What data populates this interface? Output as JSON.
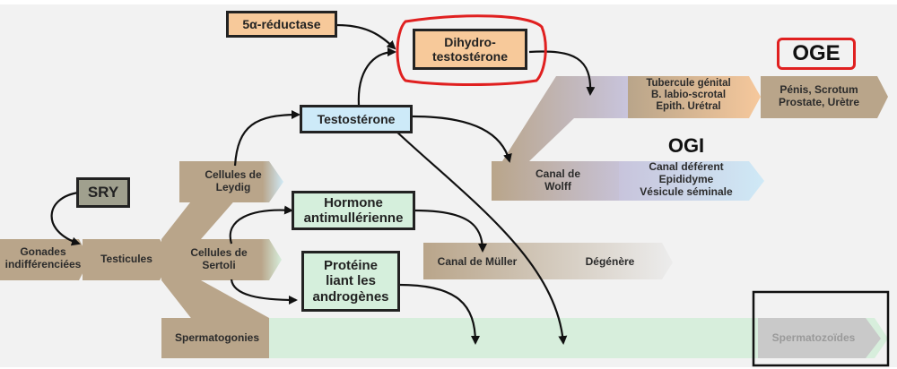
{
  "colors": {
    "background": "#f2f2f2",
    "flow_tan": "#b9a58a",
    "flow_orange": "#f6c89c",
    "flow_green": "#d7eedc",
    "flow_lavender": "#c8c4dc",
    "flow_blue": "#cfe9f6",
    "box_orange": "#f7c99a",
    "box_blue": "#cdeaf8",
    "box_green": "#d5efdc",
    "box_gray": "#a0a08e",
    "highlight_red": "#e02020"
  },
  "nodes": {
    "sry": "SRY",
    "reductase": "5α-réductase",
    "dht": "Dihydro-\ntestostérone",
    "testosterone": "Testostérone",
    "amh": "Hormone\nantimullérienne",
    "abp": "Protéine\nliant les\nandrogènes"
  },
  "stages": {
    "gonades": "Gonades\nindifférenciées",
    "testicules": "Testicules",
    "leydig": "Cellules de\nLeydig",
    "sertoli": "Cellules de\nSertoli",
    "spermatogonies": "Spermatogonies",
    "tubercule": "Tubercule génital\nB. labio-scrotal\nEpith. Urétral",
    "oge_targets": "Pénis, Scrotum\nProstate, Urètre",
    "wolff": "Canal de\nWolff",
    "wolff_targets": "Canal déférent\nEpididyme\nVésicule séminale",
    "muller": "Canal de Müller",
    "degenere": "Dégénère",
    "spermatozoides": "Spermatozoïdes"
  },
  "headings": {
    "oge": "OGE",
    "ogi": "OGI"
  }
}
